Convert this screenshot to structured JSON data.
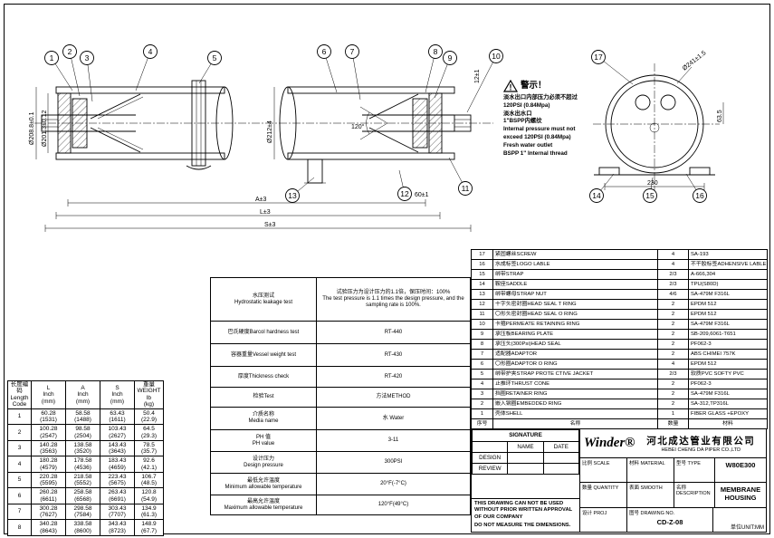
{
  "drawing": {
    "balloons": [
      "1",
      "2",
      "3",
      "4",
      "5",
      "6",
      "7",
      "8",
      "9",
      "10",
      "11",
      "12",
      "13",
      "14",
      "15",
      "16",
      "17"
    ],
    "dims": {
      "outer_dia": "Ø208.8±0.1",
      "inner_dia": "Ø201.3±0.12",
      "mid_dia": "Ø212±4",
      "angle": "120°",
      "cap_depth": "12±1",
      "port_angle": "60±1",
      "span_a": "A±3",
      "span_l": "L±3",
      "span_s": "S±3",
      "end_dia": "Ø241±1.5",
      "port_offset": "63.5",
      "saddle_width": "230"
    },
    "warning": {
      "title": "警示！",
      "lines": [
        "淡水出口内部压力必须不超过",
        "120PSI (0.84Mpa)",
        "淡水出水口",
        "1\"BSPP内螺纹",
        "Internal pressure must not",
        "exceed 120PSI (0.84Mpa)",
        "Fresh water outlet",
        "BSPP 1\" Internal thread"
      ]
    }
  },
  "length_table": {
    "headers": [
      "长度编码\nLength\nCode",
      "L\nInch\n(mm)",
      "A\nInch\n(mm)",
      "S\nInch\n(mm)",
      "重量\nWEIGHT\nlb\n(kg)"
    ],
    "rows": [
      [
        "1",
        "60.28\n(1531)",
        "58.58\n(1488)",
        "63.43\n(1611)",
        "50.4\n(22.9)"
      ],
      [
        "2",
        "100.28\n(2547)",
        "98.58\n(2504)",
        "103.43\n(2627)",
        "64.5\n(29.3)"
      ],
      [
        "3",
        "140.28\n(3563)",
        "138.58\n(3520)",
        "143.43\n(3643)",
        "78.5\n(35.7)"
      ],
      [
        "4",
        "180.28\n(4579)",
        "178.58\n(4536)",
        "183.43\n(4659)",
        "92.6\n(42.1)"
      ],
      [
        "5",
        "220.28\n(5595)",
        "218.58\n(5552)",
        "223.43\n(5675)",
        "106.7\n(48.5)"
      ],
      [
        "6",
        "260.28\n(6611)",
        "258.58\n(6568)",
        "263.43\n(6691)",
        "120.8\n(54.9)"
      ],
      [
        "7",
        "300.28\n(7627)",
        "298.58\n(7584)",
        "303.43\n(7707)",
        "134.9\n(61.3)"
      ],
      [
        "8",
        "340.28\n(8643)",
        "338.58\n(8600)",
        "343.43\n(8723)",
        "148.9\n(67.7)"
      ]
    ]
  },
  "test_table": {
    "rows": [
      {
        "label": "水压测试\nHydrostatic leakage test",
        "value": "试验压力为设计压力的1.1倍，保压时间：100%\nThe test pressure is 1.1 times the design pressure, and the sampling rate is 100%."
      },
      {
        "label": "巴氏硬度Barcol hardness test",
        "value": "RT-440"
      },
      {
        "label": "容器重量Vessel weight test",
        "value": "RT-430"
      },
      {
        "label": "厚度Thickness check",
        "value": "RT-420"
      },
      {
        "label": "检验Test",
        "value": "方法METHOD"
      },
      {
        "label": "介质名称\nMedia name",
        "value": "水 Water"
      },
      {
        "label": "PH 值\nPH value",
        "value": "3-11"
      },
      {
        "label": "设计压力\nDesign pressure",
        "value": "300PSI"
      },
      {
        "label": "最低允许温度\nMinimum allowable temperature",
        "value": "20°F(-7°C)"
      },
      {
        "label": "最高允许温度\nMaximum allowable temperature",
        "value": "120°F(49°C)"
      }
    ]
  },
  "bom": {
    "headers": {
      "no": "序号",
      "name": "名称",
      "qty": "数量",
      "mat": "材料"
    },
    "rows": [
      {
        "no": "17",
        "name": "紧固螺丝SCREW",
        "qty": "4",
        "mat": "SA-193"
      },
      {
        "no": "16",
        "name": "水成标签LOGO LABLE",
        "qty": "4",
        "mat": "不干胶标签ADHENSIVE LABLE"
      },
      {
        "no": "15",
        "name": "绑带STRAP",
        "qty": "2/3",
        "mat": "A-666,304"
      },
      {
        "no": "14",
        "name": "鞍座SADDLE",
        "qty": "2/3",
        "mat": "TPU(S80D)"
      },
      {
        "no": "13",
        "name": "绑带螺母STRAP NUT",
        "qty": "4/6",
        "mat": "SA-479M F316L"
      },
      {
        "no": "12",
        "name": "十字头密封圈HEAD SEAL T RING",
        "qty": "2",
        "mat": "EPDM 512"
      },
      {
        "no": "11",
        "name": "〇形头密封圈HEAD SEAL O RING",
        "qty": "2",
        "mat": "EPDM 512"
      },
      {
        "no": "10",
        "name": "卡箍PERMEATE RETAINING RING",
        "qty": "2",
        "mat": "SA-479M F316L"
      },
      {
        "no": "9",
        "name": "承压板BEARING PLATE",
        "qty": "2",
        "mat": "SB-209,6061-T651"
      },
      {
        "no": "8",
        "name": "承压头(300Psi)HEAD SEAL",
        "qty": "2",
        "mat": "PF062-3"
      },
      {
        "no": "7",
        "name": "适配器ADAPTOR",
        "qty": "2",
        "mat": "ABS CHIMEI 757K"
      },
      {
        "no": "6",
        "name": "〇形圈ADAPTOR O RING",
        "qty": "4",
        "mat": "EPDM 512"
      },
      {
        "no": "5",
        "name": "绑带护夹STRAP PROTE CTIVE JACKET",
        "qty": "2/3",
        "mat": "软质PVC SOFTY PVC"
      },
      {
        "no": "4",
        "name": "止推环THRUST CONE",
        "qty": "2",
        "mat": "PF062-3"
      },
      {
        "no": "3",
        "name": "挡圈RETAINER RING",
        "qty": "2",
        "mat": "SA-479M F316L"
      },
      {
        "no": "2",
        "name": "嵌入钢圈EMBEDDED RING",
        "qty": "2",
        "mat": "SA-312,TP316L"
      },
      {
        "no": "1",
        "name": "壳体SHELL",
        "qty": "1",
        "mat": "FIBER GLASS +EPOXY"
      }
    ]
  },
  "title_block": {
    "signature": "SIGNATURE",
    "name_label": "NAME",
    "date_label": "DATE",
    "design_label": "DESIGN",
    "review_label": "REVIEW",
    "logo": "Winder®",
    "company_cn": "河北成达管业有限公司",
    "company_en": "HEBEI CHENG DA PIPER CO.,LTD",
    "scale_label": "比例 SCALE",
    "material_label": "材料 MATERIAL",
    "type_label": "型号 TYPE",
    "type_value": "W80E300",
    "qty_label": "数量 QUANTITY",
    "surface_label": "表面 SMOOTH",
    "desc_label": "名称 DESCRIPTION",
    "desc_value": "MEMBRANE HOUSING",
    "proj_label": "设计 PROJ",
    "drawing_no_label": "图号 DRAWING NO.",
    "drawing_no_value": "CD-Z-08",
    "notice": "THIS DRAWING CAN NOT BE USED WITHOUT PRIOR WRITTEN APPROVAL OF OUR COMPANY",
    "notice2": "DO NOT MEASURE THE DIMENSIONS.",
    "unit": "单位UNIT:MM"
  }
}
